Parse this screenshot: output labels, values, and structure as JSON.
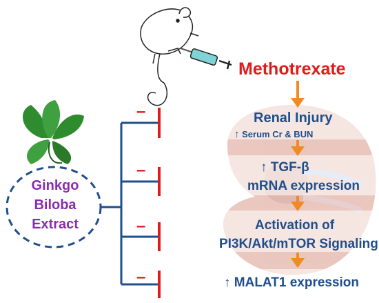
{
  "drug": {
    "label": "Methotrexate"
  },
  "extract": {
    "line1": "Ginkgo",
    "line2": "Biloba",
    "line3": "Extract"
  },
  "cascade": {
    "step1_title": "Renal Injury",
    "step1_sub": "Serum Cr & BUN",
    "step2_line1": "TGF-β",
    "step2_line2": "mRNA expression",
    "step3_line1": "Activation of",
    "step3_line2": "PI3K/Akt/mTOR Signaling",
    "step4": "MALAT1 expression",
    "up_arrow": "↑"
  },
  "inhibition": {
    "symbol": "–"
  },
  "colors": {
    "red": "#e01b1b",
    "blue": "#1f4e8c",
    "purple": "#8a2bb0",
    "orange": "#f08a24",
    "kidney": "#d99a8a"
  },
  "icons": [
    "mouse-icon",
    "syringe-icon",
    "ginkgo-leaf-icon",
    "kidney-icon"
  ]
}
